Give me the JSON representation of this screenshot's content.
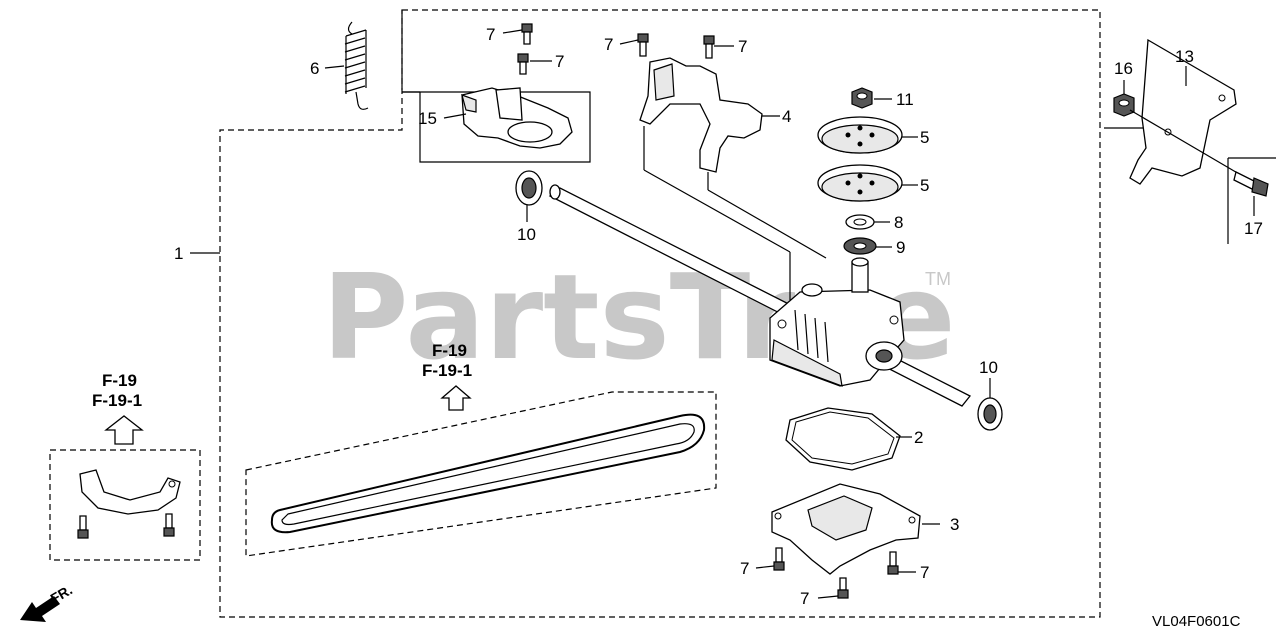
{
  "diagram": {
    "code": "VL04F0601C",
    "watermark": "PartsTree",
    "trademark": "TM",
    "front_label": "FR.",
    "references": [
      {
        "id": "ref-center",
        "line1": "F-19",
        "line2": "F-19-1"
      },
      {
        "id": "ref-left",
        "line1": "F-19",
        "line2": "F-19-1"
      }
    ],
    "callouts": [
      {
        "id": "c-1",
        "num": "1"
      },
      {
        "id": "c-2",
        "num": "2"
      },
      {
        "id": "c-3",
        "num": "3"
      },
      {
        "id": "c-4",
        "num": "4"
      },
      {
        "id": "c-5a",
        "num": "5"
      },
      {
        "id": "c-5b",
        "num": "5"
      },
      {
        "id": "c-6",
        "num": "6"
      },
      {
        "id": "c-7a",
        "num": "7"
      },
      {
        "id": "c-7b",
        "num": "7"
      },
      {
        "id": "c-7c",
        "num": "7"
      },
      {
        "id": "c-7d",
        "num": "7"
      },
      {
        "id": "c-7e",
        "num": "7"
      },
      {
        "id": "c-7f",
        "num": "7"
      },
      {
        "id": "c-7g",
        "num": "7"
      },
      {
        "id": "c-8",
        "num": "8"
      },
      {
        "id": "c-9",
        "num": "9"
      },
      {
        "id": "c-10a",
        "num": "10"
      },
      {
        "id": "c-10b",
        "num": "10"
      },
      {
        "id": "c-11",
        "num": "11"
      },
      {
        "id": "c-13",
        "num": "13"
      },
      {
        "id": "c-15",
        "num": "15"
      },
      {
        "id": "c-16",
        "num": "16"
      },
      {
        "id": "c-17",
        "num": "17"
      }
    ]
  }
}
